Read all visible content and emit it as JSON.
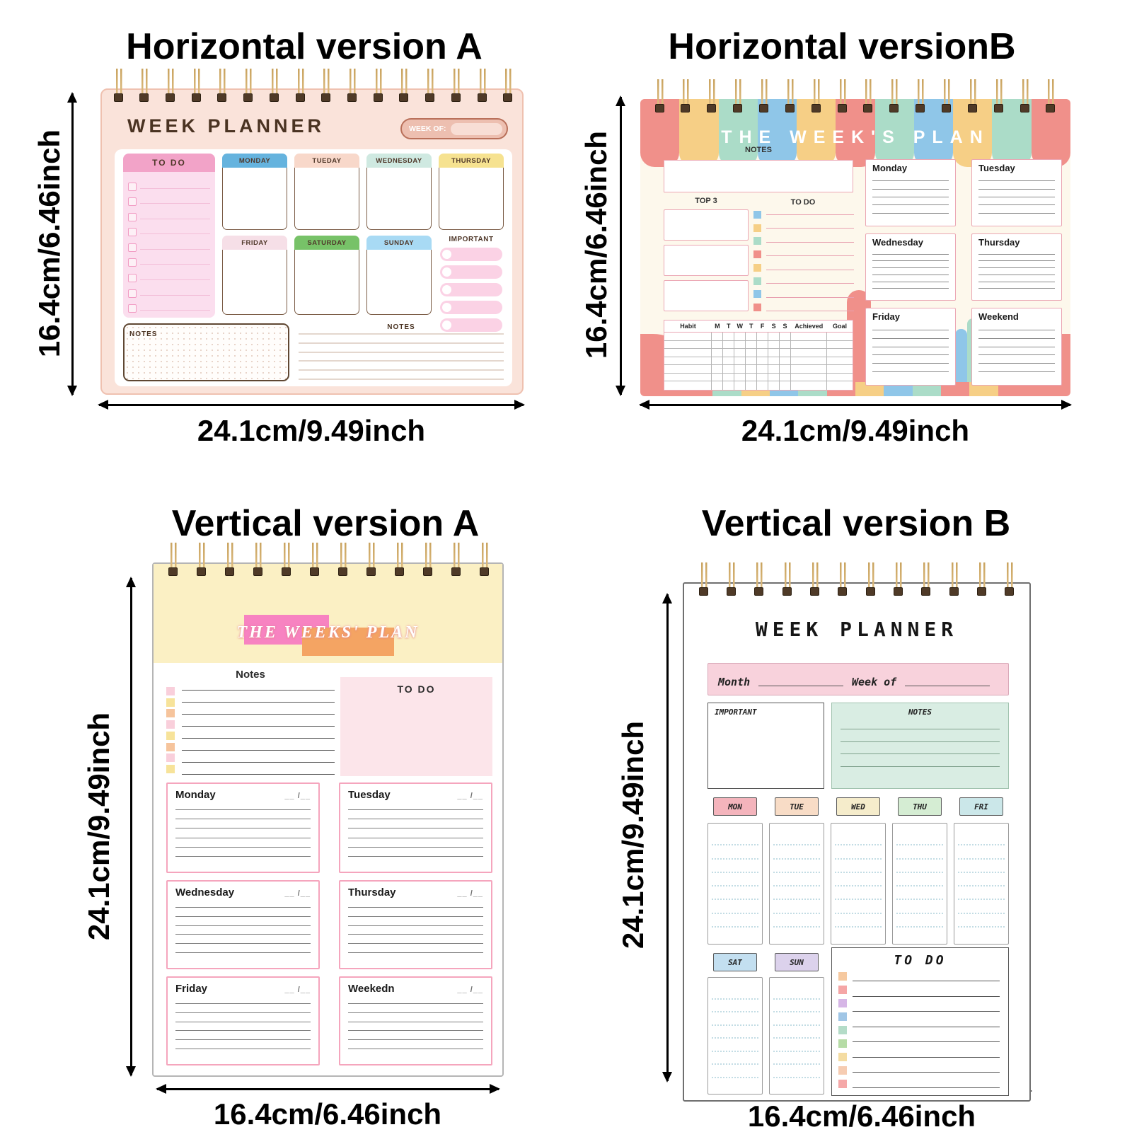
{
  "quadrants": {
    "ha": {
      "heading": "Horizontal version A",
      "height_label": "16.4cm/6.46inch",
      "width_label": "24.1cm/9.49inch",
      "planner": {
        "title": "WEEK PLANNER",
        "week_of_label": "WEEK OF:",
        "todo_label": "TO DO",
        "day_headers": [
          "MONDAY",
          "TUEDAY",
          "WEDNESDAY",
          "THURSDAY",
          "FRIDAY",
          "SATURDAY",
          "SUNDAY"
        ],
        "important_label": "IMPORTANT",
        "notes_box_label": "NOTES",
        "notes_lines_label": "NOTES"
      }
    },
    "hb": {
      "heading": "Horizontal versionB",
      "height_label": "16.4cm/6.46inch",
      "width_label": "24.1cm/9.49inch",
      "planner": {
        "title": "THE WEEK'S PLAN",
        "notes_label": "NOTES",
        "top3_label": "TOP 3",
        "todo_label": "TO DO",
        "habit_headers": [
          "Habit",
          "M",
          "T",
          "W",
          "T",
          "F",
          "S",
          "S",
          "Achieved",
          "Goal"
        ],
        "day_labels": [
          "Monday",
          "Tuesday",
          "Wednesday",
          "Thursday",
          "Friday",
          "Weekend"
        ]
      }
    },
    "va": {
      "heading": "Vertical version A",
      "height_label": "24.1cm/9.49inch",
      "width_label": "16.4cm/6.46inch",
      "planner": {
        "title": "THE WEEKS' PLAN",
        "notes_label": "Notes",
        "todo_label": "TO DO",
        "day_labels": [
          "Monday",
          "Tuesday",
          "Wednesday",
          "Thursday",
          "Friday",
          "Weekedn"
        ],
        "date_placeholder": "__ /__"
      }
    },
    "vb": {
      "heading": "Vertical version B",
      "height_label": "24.1cm/9.49inch",
      "width_label": "16.4cm/6.46inch",
      "planner": {
        "title": "WEEK PLANNER",
        "month_label": "Month",
        "week_of_label": "Week of",
        "important_label": "IMPORTANT",
        "notes_label": "NOTES",
        "weekday_tabs": [
          "MON",
          "TUE",
          "WED",
          "THU",
          "FRI"
        ],
        "weekend_tabs": [
          "SAT",
          "SUN"
        ],
        "todo_label": "TO DO"
      }
    }
  },
  "colors": {
    "ha": {
      "page_bg": "#fae3da",
      "todo_header": "#f2a3c8",
      "todo_body": "#fbdeee",
      "day_colors": [
        "#65b3de",
        "#f8d8ca",
        "#cfe9e1",
        "#f6e290",
        "#f6dfe7",
        "#77c268",
        "#a8daf4"
      ],
      "important_pill": "#fbd2e5",
      "week_of_fill": "#edbfb0",
      "week_of_border": "#b9705a"
    },
    "hb": {
      "page_bg": "#fdf8ec",
      "red": "#f0908a",
      "yellow": "#f6cf86",
      "mint": "#abdcc8",
      "blue": "#8fc6e8",
      "tab_sequence": [
        "#f0908a",
        "#f6cf86",
        "#abdcc8",
        "#8fc6e8",
        "#f6cf86",
        "#f0908a",
        "#abdcc8",
        "#8fc6e8",
        "#f6cf86",
        "#abdcc8",
        "#f0908a"
      ],
      "todo_squares": [
        "#8fc6e8",
        "#f6cf86",
        "#abdcc8",
        "#f0908a",
        "#f6cf86",
        "#abdcc8",
        "#8fc6e8",
        "#f0908a"
      ],
      "bottom_strip": [
        "#f0908a",
        "#abdcc8",
        "#f6cf86",
        "#8fc6e8",
        "#abdcc8",
        "#f0908a",
        "#f6cf86",
        "#8fc6e8",
        "#abdcc8",
        "#f0908a",
        "#f6cf86",
        "#f0908a"
      ]
    },
    "va": {
      "band_bg": "#fbf0c4",
      "title_pink": "#f783c1",
      "title_orange": "#f4a463",
      "note_squares": [
        "#f9cfdb",
        "#f7e39a",
        "#f6c49c",
        "#f9cfdb",
        "#f7e39a",
        "#f6c49c",
        "#f9cfdb",
        "#f7e39a"
      ],
      "todo_bg": "#fce5ea",
      "card_border": "#f5a5bd"
    },
    "vb": {
      "month_bar": "#f8d2dc",
      "notes_bg": "#d9ede3",
      "tabs": [
        "#f4b4bc",
        "#f8dcc6",
        "#f5eccb",
        "#d5edd3",
        "#cbe7e9"
      ],
      "sat": "#c3dff0",
      "sun": "#dcd2ec",
      "todo_squares": [
        "#f6c9a0",
        "#f5a6a6",
        "#d6b6e6",
        "#a0c6e6",
        "#b4dcc8",
        "#b6dca6",
        "#f4dca2",
        "#f6ccb2",
        "#f5a8a8"
      ]
    }
  }
}
